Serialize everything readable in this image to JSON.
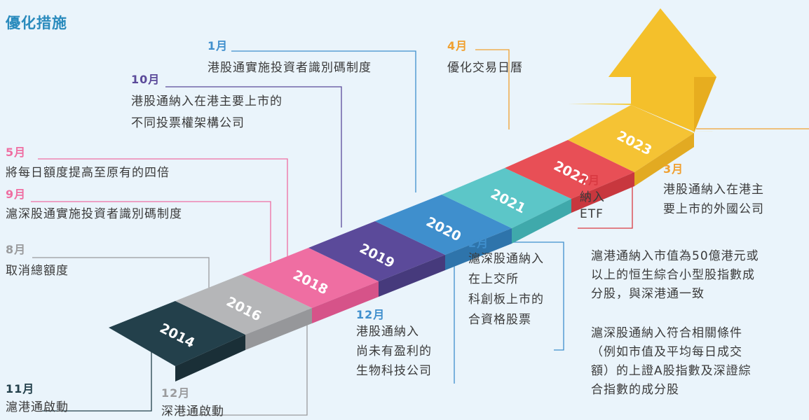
{
  "title": "優化措施",
  "events": {
    "e2014_11": {
      "month": "11月",
      "text": "滬港通啟動"
    },
    "e2016_12": {
      "month": "12月",
      "text": "深港通啟動"
    },
    "e2018_8": {
      "month": "8月",
      "text": "取消總額度"
    },
    "e2018_5": {
      "month": "5月",
      "text": "將每日額度提高至原有的四倍"
    },
    "e2018_9": {
      "month": "9月",
      "text": "滬深股通實施投資者識別碼制度"
    },
    "e2019_10": {
      "month": "10月",
      "lines": [
        "港股通納入在港主要上市的",
        "不同投票權架構公司"
      ]
    },
    "e2020_1": {
      "month": "1月",
      "text": "港股通實施投資者識別碼制度"
    },
    "e2020_12": {
      "month": "12月",
      "lines": [
        "港股通納入",
        "尚未有盈利的",
        "生物科技公司"
      ]
    },
    "e2021_2": {
      "month": "2月",
      "lines": [
        "滬深股通納入",
        "在上交所",
        "科創板上市的",
        "合資格股票"
      ]
    },
    "e2022_7": {
      "month": "7月",
      "lines": [
        "納入",
        "ETF"
      ]
    },
    "e2023_4": {
      "month": "4月",
      "text": "優化交易日曆"
    },
    "e2023_3": {
      "month": "3月",
      "lines": [
        "港股通納入在港主",
        "要上市的外國公司"
      ]
    }
  },
  "notes": [
    [
      "滬港通納入市值為50億港元或",
      "以上的恒生綜合小型股指數成",
      "分股，與深港通一致"
    ],
    [
      "滬深股通納入符合相關條件",
      "（例如市值及平均每日成交",
      "額）的上證A股指數及深證綜",
      "合指數的成分股"
    ]
  ],
  "steps": [
    {
      "year": "2014",
      "color": "#23404b"
    },
    {
      "year": "2016",
      "color": "#b5b6b8"
    },
    {
      "year": "2018",
      "color": "#ef6ea2"
    },
    {
      "year": "2019",
      "color": "#5b4a9a"
    },
    {
      "year": "2020",
      "color": "#3f8fcd"
    },
    {
      "year": "2021",
      "color": "#5cc6c8"
    },
    {
      "year": "2022",
      "color": "#e84f56"
    },
    {
      "year": "2023",
      "color": "#f5c334"
    }
  ],
  "colors": {
    "title": "#2a8bbd",
    "month_2014": "#23404b",
    "month_2016": "#9a9b9d",
    "month_2018": "#ef6ea2",
    "month_2019": "#5b4a9a",
    "month_2020": "#3f8fcd",
    "month_2021": "#3f8fcd",
    "month_2022": "#d93a42",
    "month_2023": "#f0a030"
  }
}
